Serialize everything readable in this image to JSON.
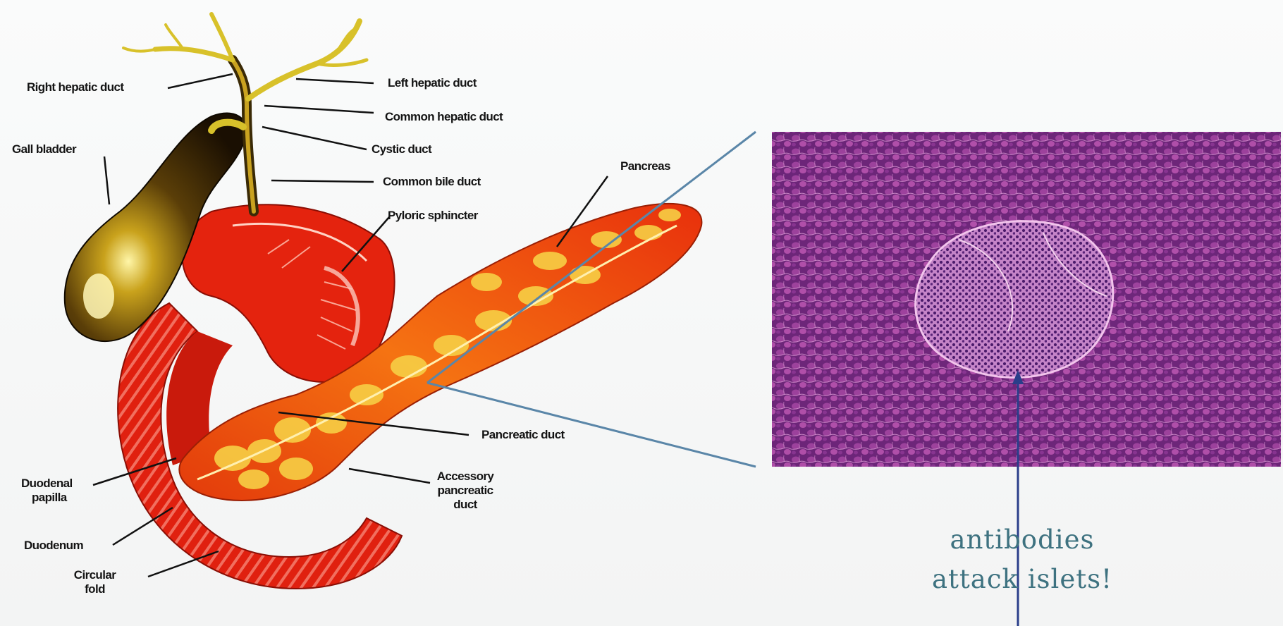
{
  "anatomy_labels": {
    "right_hepatic_duct": "Right hepatic duct",
    "left_hepatic_duct": "Left hepatic duct",
    "common_hepatic_duct": "Common hepatic duct",
    "gall_bladder": "Gall bladder",
    "cystic_duct": "Cystic duct",
    "common_bile_duct": "Common bile duct",
    "pancreas": "Pancreas",
    "pyloric_sphincter": "Pyloric sphincter",
    "pancreatic_duct": "Pancreatic duct",
    "duodenal_papilla_line1": "Duodenal",
    "duodenal_papilla_line2": "papilla",
    "accessory_duct_line1": "Accessory",
    "accessory_duct_line2": "pancreatic",
    "accessory_duct_line3": "duct",
    "duodenum": "Duodenum",
    "circular_fold_line1": "Circular",
    "circular_fold_line2": "fold"
  },
  "caption": {
    "line1": "antibodies",
    "line2": "attack islets!"
  },
  "colors": {
    "duodenum_red": "#e0200f",
    "pancreas_orange": "#f25a0c",
    "pancreas_yellow": "#f5c53a",
    "gallbladder_dark": "#2a1a04",
    "bile_duct_yellow": "#d8c12a",
    "tissue_purple": "#7a2f8a",
    "tissue_pink": "#d46fc0",
    "zoom_lines": "#5a86a8",
    "pointer_line": "#2a3e8a",
    "caption_text": "#3e7280"
  }
}
